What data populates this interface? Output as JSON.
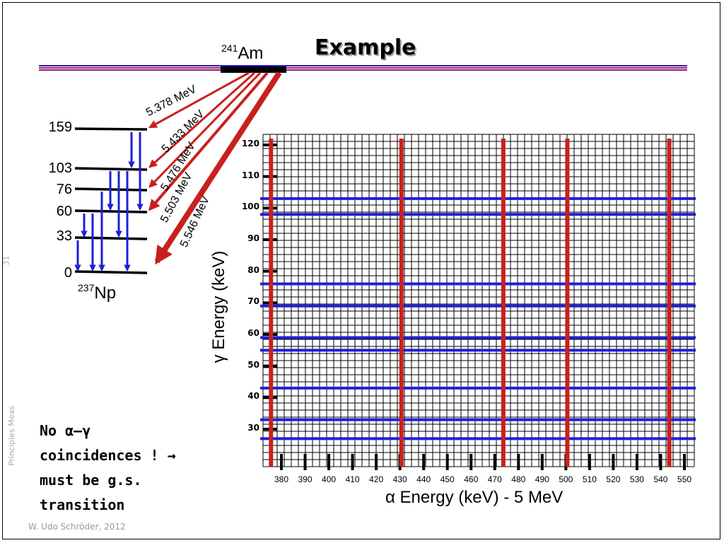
{
  "slide": {
    "title": "Example",
    "parent": {
      "mass": "241",
      "symbol": "Am"
    },
    "daughter": {
      "mass": "237",
      "symbol": "Np"
    },
    "levels": [
      "159",
      "103",
      "76",
      "60",
      "33",
      "0"
    ],
    "alpha_energies": [
      "5.378 MeV",
      "5.433 MeV",
      "5.476 MeV",
      "5.503 MeV",
      "5.546 MeV"
    ],
    "note_line1": "No α–γ",
    "note_line2": "coincidences ! →",
    "note_line3": "must be g.s.",
    "note_line4": "transition",
    "footer": "W. Udo Schröder, 2012",
    "side_number": "31",
    "side_text": "Principles Meas"
  },
  "plot": {
    "y_ticks": [
      "120",
      "110",
      "100",
      "90",
      "80",
      "70",
      "60",
      "50",
      "40",
      "30"
    ],
    "x_ticks": [
      "380",
      "390",
      "400",
      "410",
      "420",
      "430",
      "440",
      "450",
      "460",
      "470",
      "480",
      "490",
      "500",
      "510",
      "520",
      "530",
      "540",
      "550"
    ],
    "y_title": "γ Energy (keV)",
    "x_title": "α Energy (keV) - 5 MeV",
    "alpha_lines_keV": [
      378,
      433,
      476,
      503,
      546
    ],
    "gamma_lines_keV": [
      103,
      98,
      76,
      69,
      59,
      55,
      43,
      33,
      27
    ],
    "colors": {
      "alpha": "#c8201e",
      "gamma": "#1f1fd8",
      "grid": "#000000"
    }
  }
}
